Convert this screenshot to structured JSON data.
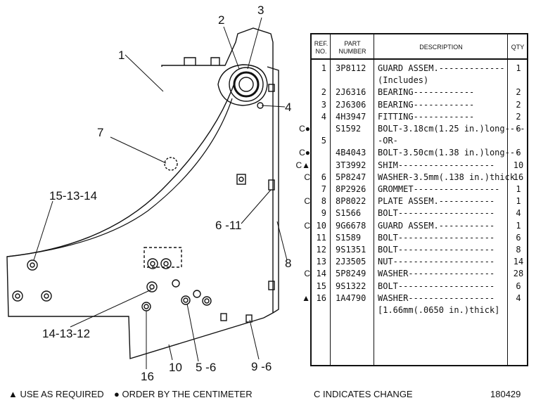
{
  "drawing": {
    "callouts": [
      "1",
      "2",
      "3",
      "4",
      "7",
      "15-13-14",
      "6 -11",
      "8",
      "14-13-12",
      "16",
      "10",
      "5 -6",
      "9 -6"
    ]
  },
  "table": {
    "headers": {
      "ref": "REF. NO.",
      "part": "PART NUMBER",
      "desc": "DESCRIPTION",
      "qty": "QTY"
    },
    "rows": [
      {
        "mark": "",
        "ref": "1",
        "part": "3P8112",
        "desc": "GUARD ASSEM.-------------",
        "qty": "1"
      },
      {
        "mark": "",
        "ref": "",
        "part": "",
        "desc": "     (Includes)",
        "qty": ""
      },
      {
        "mark": "",
        "ref": "2",
        "part": "2J6316",
        "desc": "   BEARING------------",
        "qty": "2"
      },
      {
        "mark": "",
        "ref": "3",
        "part": "2J6306",
        "desc": "   BEARING------------",
        "qty": "2"
      },
      {
        "mark": "",
        "ref": "4",
        "part": "4H3947",
        "desc": "   FITTING------------",
        "qty": "2"
      },
      {
        "mark": "C●",
        "ref": "",
        "part": "S1592",
        "desc": "BOLT-3.18cm(1.25 in.)long----",
        "qty": "6"
      },
      {
        "mark": "",
        "ref": "5",
        "part": "",
        "desc": "        -OR-",
        "qty": ""
      },
      {
        "mark": "C●",
        "ref": "",
        "part": "4B4043",
        "desc": "BOLT-3.50cm(1.38 in.)long---",
        "qty": "6"
      },
      {
        "mark": "C▲",
        "ref": "",
        "part": "3T3992",
        "desc": "SHIM-------------------",
        "qty": "10"
      },
      {
        "mark": "C",
        "ref": "6",
        "part": "5P8247",
        "desc": "WASHER-3.5mm(.138 in.)thick",
        "qty": "16"
      },
      {
        "mark": "",
        "ref": "7",
        "part": "8P2926",
        "desc": "GROMMET-----------------",
        "qty": "1"
      },
      {
        "mark": "C",
        "ref": "8",
        "part": "8P8022",
        "desc": "PLATE ASSEM.-----------",
        "qty": "1"
      },
      {
        "mark": "",
        "ref": "9",
        "part": "S1566",
        "desc": "BOLT-------------------",
        "qty": "4"
      },
      {
        "mark": "C",
        "ref": "10",
        "part": "9G6678",
        "desc": "GUARD ASSEM.-----------",
        "qty": "1"
      },
      {
        "mark": "",
        "ref": "11",
        "part": "S1589",
        "desc": "BOLT-------------------",
        "qty": "6"
      },
      {
        "mark": "",
        "ref": "12",
        "part": "9S1351",
        "desc": "BOLT-------------------",
        "qty": "8"
      },
      {
        "mark": "",
        "ref": "13",
        "part": "2J3505",
        "desc": "NUT--------------------",
        "qty": "14"
      },
      {
        "mark": "C",
        "ref": "14",
        "part": "5P8249",
        "desc": "WASHER-----------------",
        "qty": "28"
      },
      {
        "mark": "",
        "ref": "15",
        "part": "9S1322",
        "desc": "BOLT-------------------",
        "qty": "6"
      },
      {
        "mark": "▲",
        "ref": "16",
        "part": "1A4790",
        "desc": "WASHER-----------------",
        "qty": "4"
      },
      {
        "mark": "",
        "ref": "",
        "part": "",
        "desc": " [1.66mm(.0650 in.)thick]",
        "qty": ""
      }
    ]
  },
  "footer": {
    "use_as_required": "▲ USE AS REQUIRED",
    "order_by_cm": "● ORDER BY THE CENTIMETER",
    "indicates_change": "C INDICATES CHANGE",
    "drawing_number": "180429"
  }
}
